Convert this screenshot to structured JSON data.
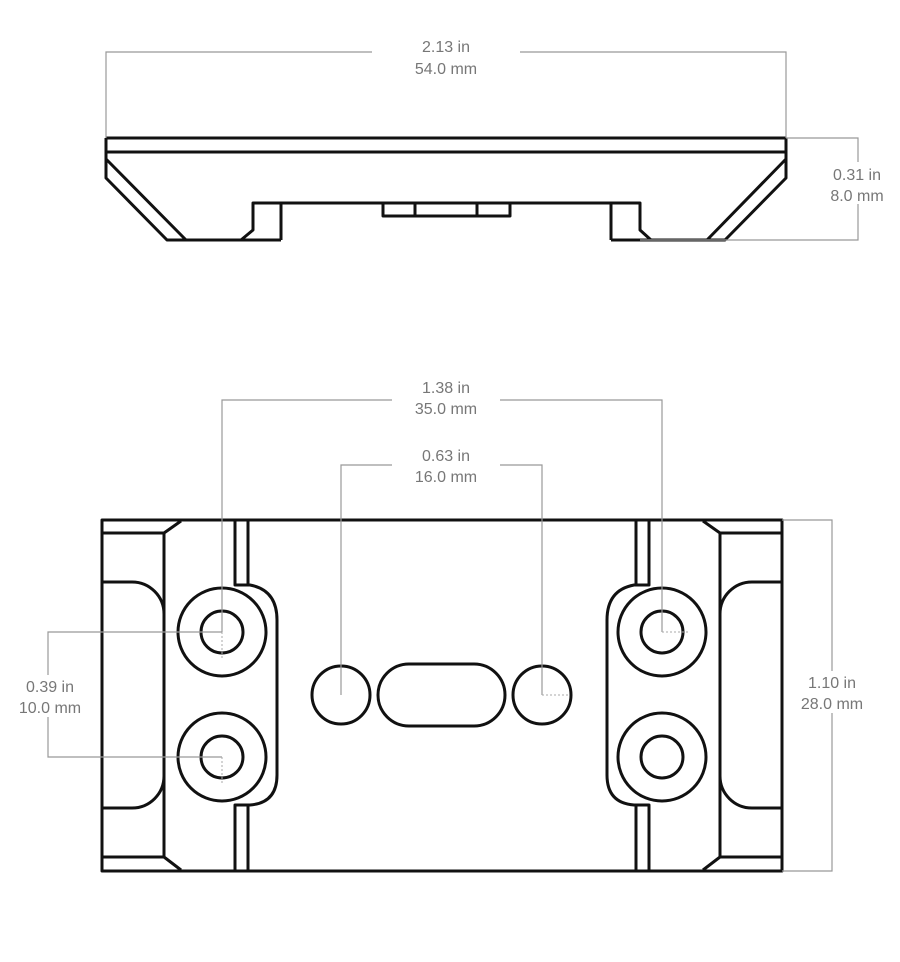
{
  "top_view": {
    "width_dim": {
      "in": "2.13 in",
      "mm": "54.0 mm"
    },
    "height_dim": {
      "in": "0.31 in",
      "mm": "8.0 mm"
    }
  },
  "bottom_view": {
    "outer_holes_dim": {
      "in": "1.38 in",
      "mm": "35.0 mm"
    },
    "center_holes_dim": {
      "in": "0.63 in",
      "mm": "16.0 mm"
    },
    "hole_pitch_dim": {
      "in": "0.39 in",
      "mm": "10.0 mm"
    },
    "height_dim": {
      "in": "1.10 in",
      "mm": "28.0 mm"
    }
  }
}
